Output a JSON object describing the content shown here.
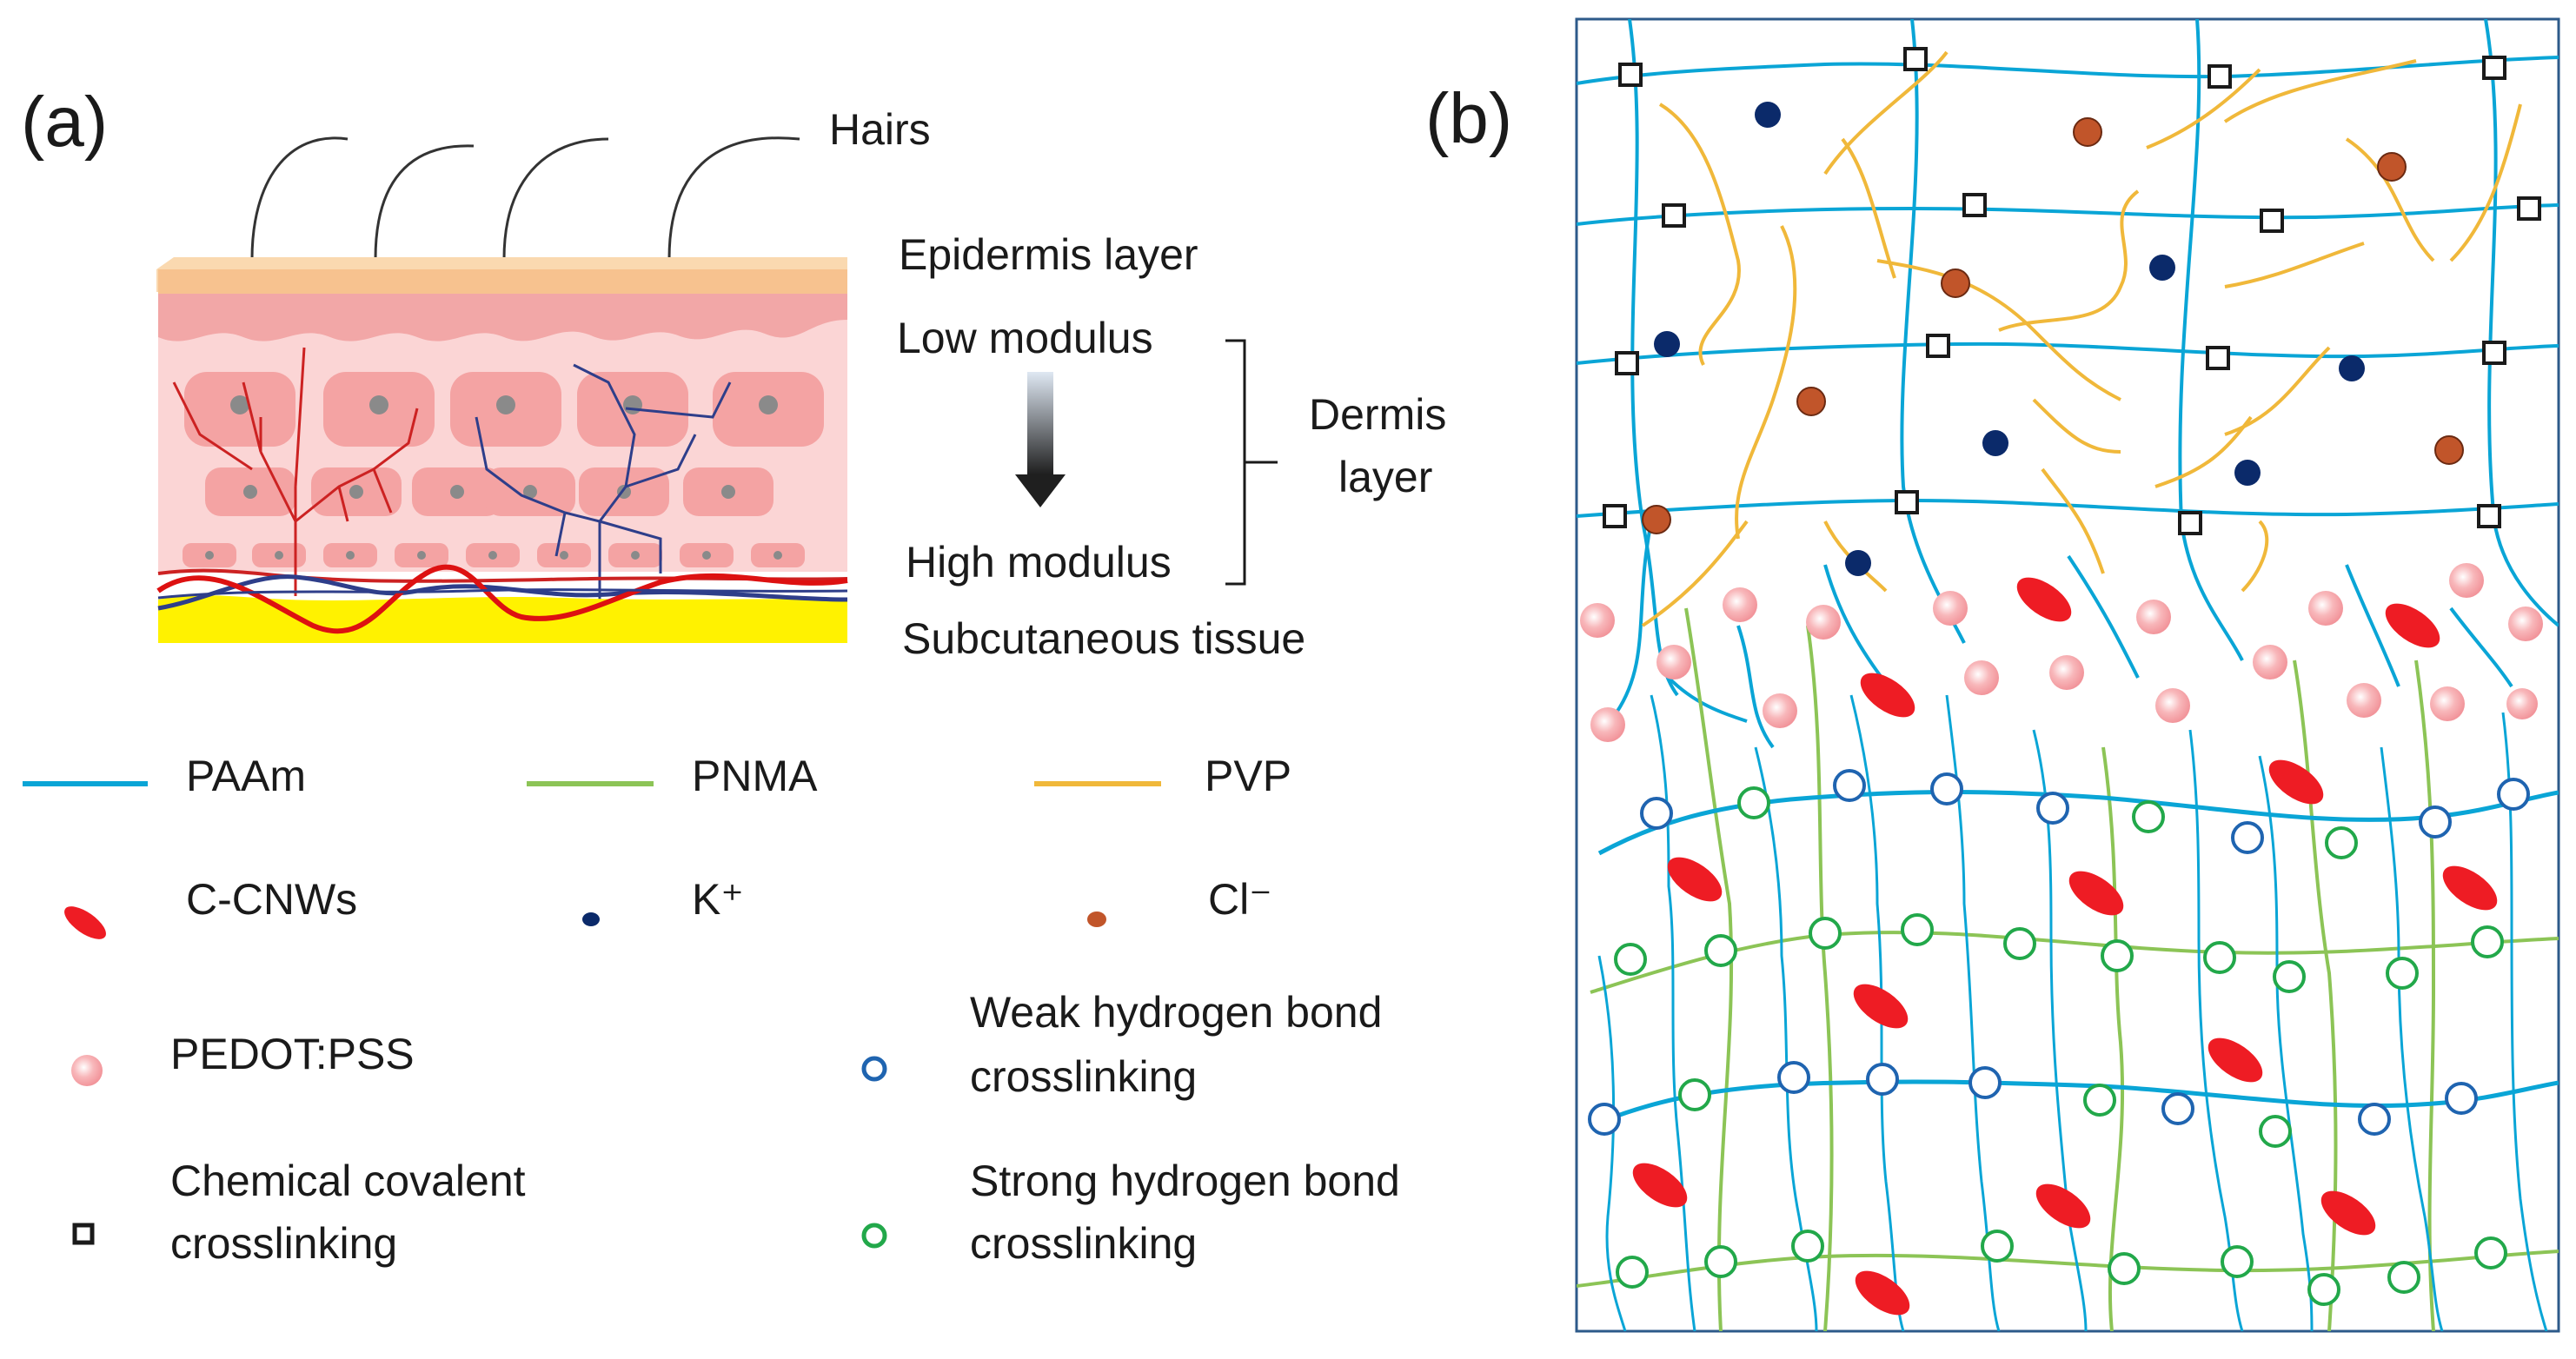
{
  "panel_a": {
    "label": "(a)",
    "hairs": "Hairs",
    "epidermis": "Epidermis layer",
    "low_modulus": "Low modulus",
    "high_modulus": "High modulus",
    "dermis_1": "Dermis",
    "dermis_2": "layer",
    "subcutaneous": "Subcutaneous tissue"
  },
  "panel_b": {
    "label": "(b)"
  },
  "legend": {
    "paam": "PAAm",
    "pnma": "PNMA",
    "pvp": "PVP",
    "ccnws": "C-CNWs",
    "k_ion": "K⁺",
    "cl_ion": "Cl⁻",
    "pedot": "PEDOT:PSS",
    "weak_1": "Weak hydrogen bond",
    "weak_2": "crosslinking",
    "chem_1": "Chemical covalent",
    "chem_2": "crosslinking",
    "strong_1": "Strong hydrogen bond",
    "strong_2": "crosslinking"
  },
  "colors": {
    "paam": "#0aa5d6",
    "pnma": "#8cc456",
    "pvp": "#f0b83a",
    "ccnws": "#ee1c24",
    "k_ion": "#0b2a6a",
    "cl_ion": "#c1552a",
    "pedot": "#f7a9ae",
    "weak_ring": "#1f64b0",
    "strong_ring": "#22a84a",
    "epidermis": "#f7c28f",
    "dermis": "#fbd5d5",
    "subcutaneous": "#fff200"
  }
}
